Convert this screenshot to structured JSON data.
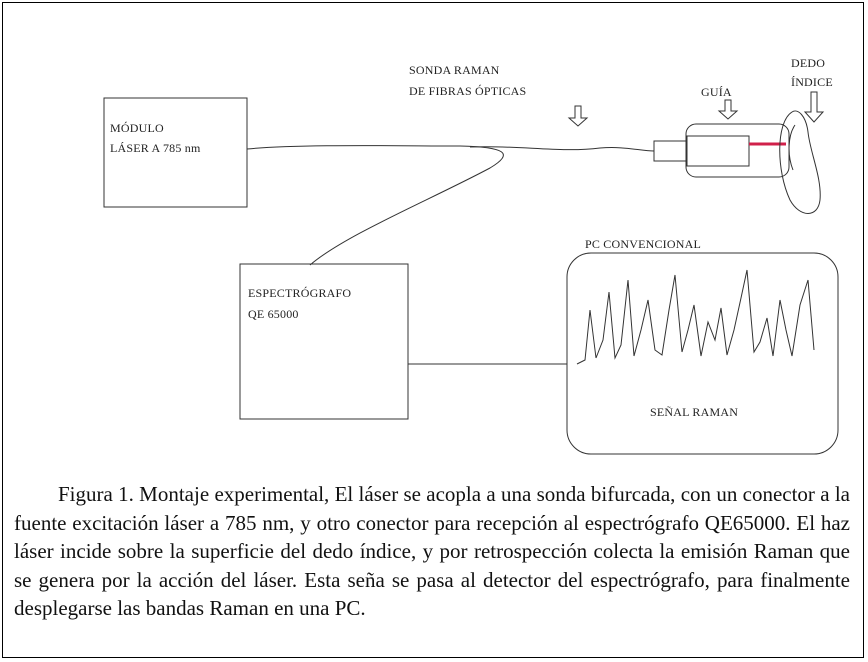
{
  "labels": {
    "sonda_line1": "SONDA RAMAN",
    "sonda_line2": "DE FIBRAS ÓPTICAS",
    "guia": "GUÍA",
    "dedo_line1": "DEDO",
    "dedo_line2": "ÍNDICE",
    "modulo_line1": "MÓDULO",
    "modulo_line2": "LÁSER A 785 nm",
    "pc": "PC CONVENCIONAL",
    "espectrografo_line1": "ESPECTRÓGRAFO",
    "espectrografo_line2": "QE 65000",
    "senal": "SEÑAL RAMAN"
  },
  "colors": {
    "laser_beam": "#d0204a",
    "lines": "#333333"
  },
  "caption": "Figura 1.  Montaje experimental, El láser se acopla a una sonda bifurcada, con un conector a la fuente excitación láser a 785 nm, y otro conector para recepción al espectrógrafo QE65000. El haz láser incide sobre la superficie del dedo índice, y por retrospección colecta la emisión Raman que se genera por la acción del láser. Esta seña se pasa al detector del espectrógrafo, para finalmente desplegarse las bandas Raman en una PC."
}
